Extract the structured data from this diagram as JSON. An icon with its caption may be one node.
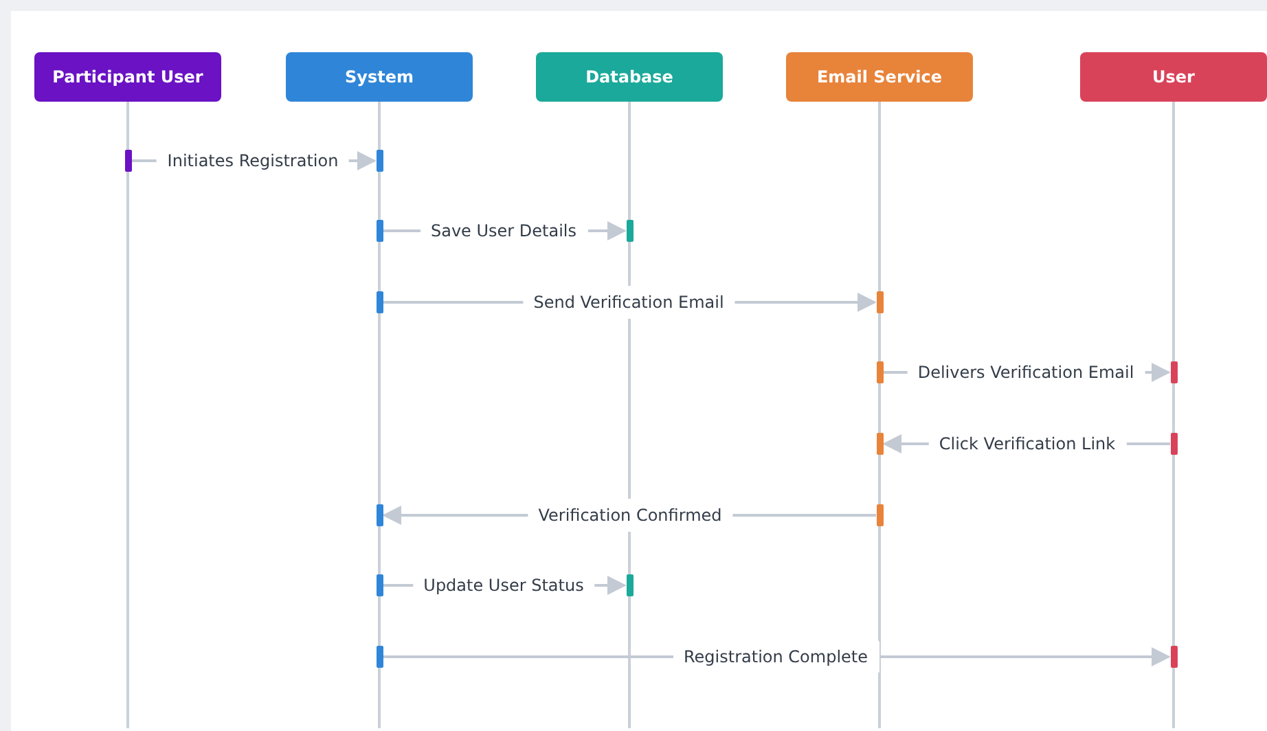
{
  "diagram": {
    "nodes": [
      {
        "text": [
          "Participant User"
        ]
      },
      {
        "text": [
          "System"
        ]
      },
      {
        "text": [
          "Database"
        ]
      },
      {
        "text": [
          "Email Service"
        ]
      },
      {
        "text": [
          "User"
        ]
      },
      {
        "text": [],
        "shape": "bar"
      },
      {
        "text": [],
        "shape": "bar"
      },
      {
        "text": [],
        "shape": "bar"
      },
      {
        "text": [],
        "shape": "bar"
      },
      {
        "text": [],
        "shape": "bar"
      },
      {
        "text": [],
        "shape": "bar"
      },
      {
        "text": [],
        "shape": "bar"
      },
      {
        "text": [],
        "shape": "bar"
      },
      {
        "text": [],
        "shape": "bar"
      },
      {
        "text": [],
        "shape": "bar"
      },
      {
        "text": [],
        "shape": "bar"
      },
      {
        "text": [],
        "shape": "bar"
      },
      {
        "text": [],
        "shape": "bar"
      },
      {
        "text": [],
        "shape": "bar"
      },
      {
        "text": [],
        "shape": "bar"
      },
      {
        "text": [],
        "shape": "bar"
      }
    ],
    "edges": [
      {
        "from": 5,
        "to": 6,
        "arrow": "to",
        "label": "Initiates Registration"
      },
      {
        "from": 7,
        "to": 8,
        "arrow": "to",
        "label": "Save User Details"
      },
      {
        "from": 9,
        "to": 10,
        "arrow": "to",
        "label": "Send Verification Email"
      },
      {
        "from": 11,
        "to": 12,
        "arrow": "to",
        "label": "Delivers Verification Email"
      },
      {
        "from": 14,
        "to": 13,
        "arrow": "to",
        "label": "Click Verification Link"
      },
      {
        "from": 16,
        "to": 15,
        "arrow": "to",
        "label": "Verification Confirmed"
      },
      {
        "from": 17,
        "to": 18,
        "arrow": "to",
        "label": "Update User Status"
      },
      {
        "from": 19,
        "to": 20,
        "arrow": "to",
        "label": "Registration Complete"
      }
    ]
  }
}
